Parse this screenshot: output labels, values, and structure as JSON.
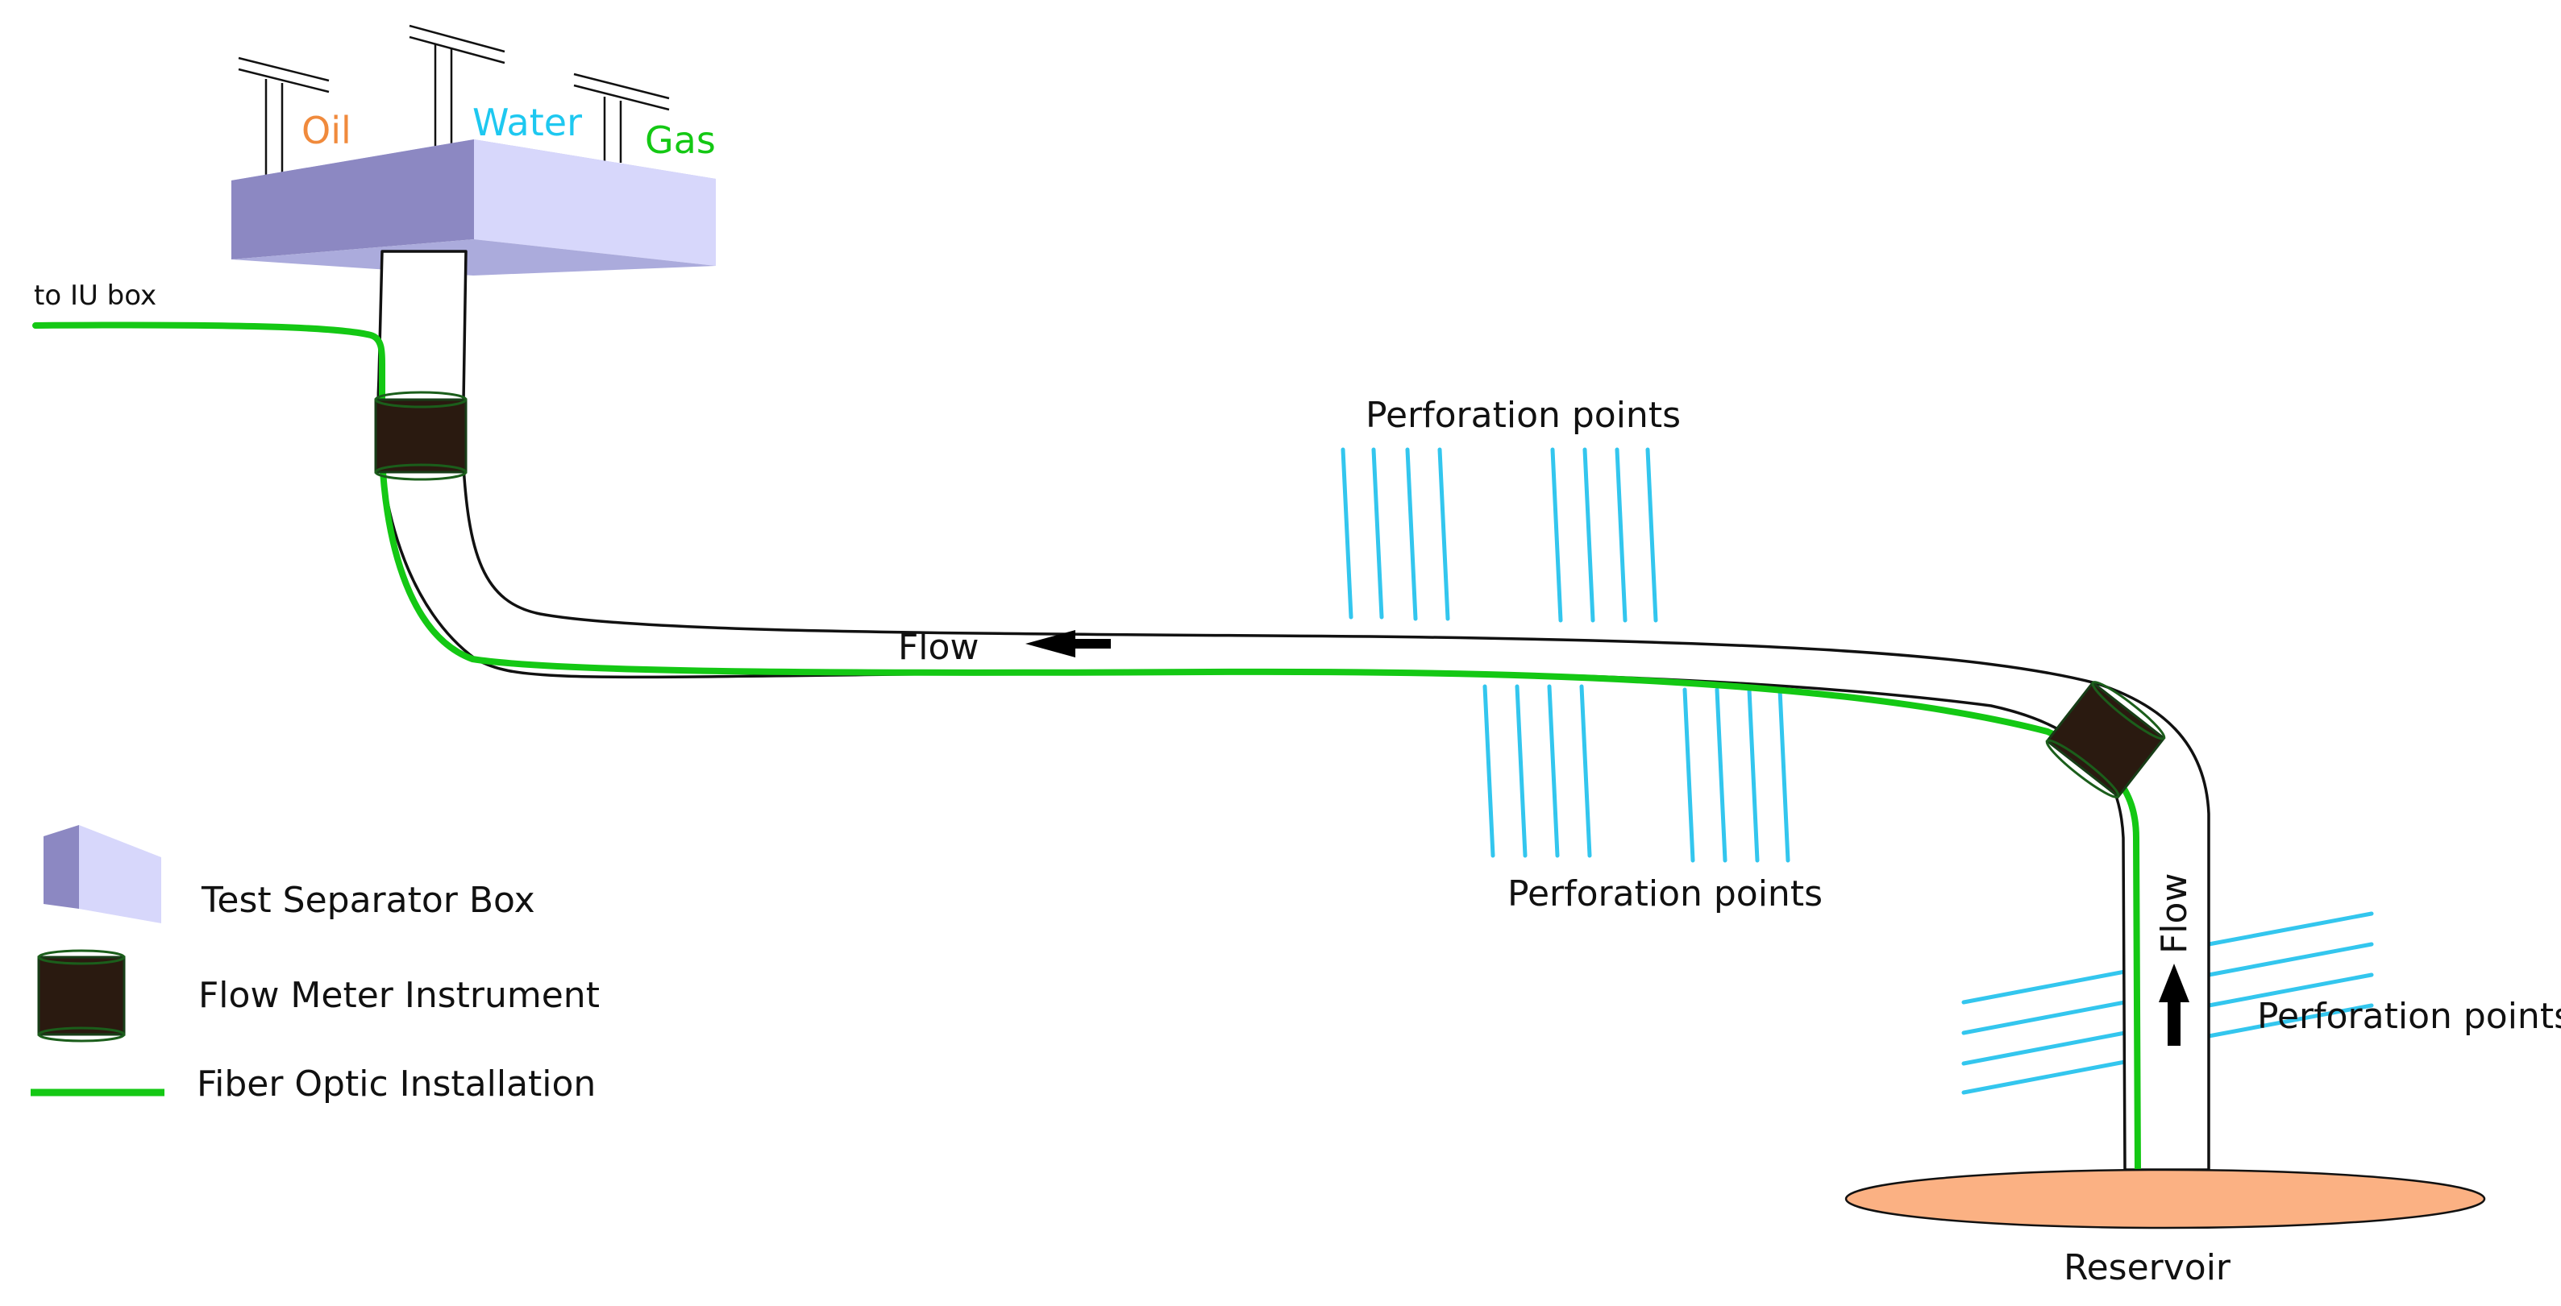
{
  "separator_outlets": {
    "oil": {
      "label": "Oil",
      "color": "#f08a3c"
    },
    "water": {
      "label": "Water",
      "color": "#1ec8f0"
    },
    "gas": {
      "label": "Gas",
      "color": "#14c814"
    }
  },
  "fiber_label": "to IU box",
  "flow_labels": {
    "horizontal": "Flow",
    "vertical": "Flow"
  },
  "perforation_labels": {
    "upper": "Perforation points",
    "lower": "Perforation points",
    "vertical": "Perforation points"
  },
  "reservoir_label": "Reservoir",
  "legend": {
    "separator": "Test Separator Box",
    "meter": "Flow Meter Instrument",
    "fiber": "Fiber Optic Installation"
  },
  "colors": {
    "fiber": "#14c814",
    "perforation": "#33c6ee",
    "reservoir": "#fbb183",
    "separator_front": "#8c88c2",
    "separator_side": "#d7d7fb",
    "separator_bottom": "#ababdc",
    "meter": "#2a1a10"
  }
}
